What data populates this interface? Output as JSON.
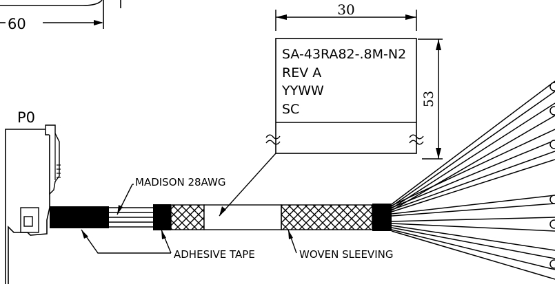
{
  "dimensions": {
    "left_length": "60",
    "label_width": "30",
    "label_height": "53"
  },
  "connector": {
    "name": "P0"
  },
  "label_block": {
    "lines": [
      "SA-43RA82-.8M-N2",
      "REV A",
      "YYWW",
      "SC"
    ]
  },
  "callouts": {
    "wire": "MADISON 28AWG",
    "tape": "ADHESIVE TAPE",
    "sleeving": "WOVEN SLEEVING"
  },
  "colors": {
    "line": "#000000",
    "background": "#ffffff"
  }
}
